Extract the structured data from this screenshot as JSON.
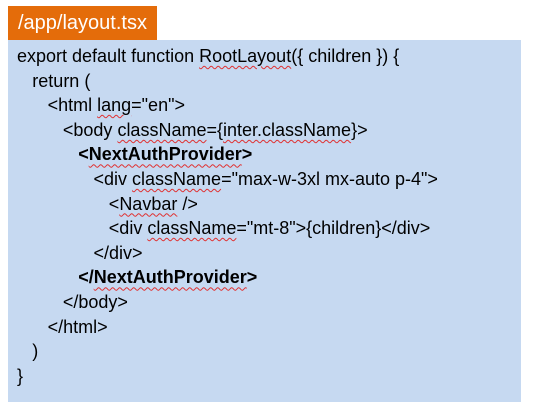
{
  "title": "/app/layout.tsx",
  "code_lines": [
    {
      "indent": 0,
      "text": "export default function RootLayout({ children }) {",
      "bold": false
    },
    {
      "indent": 1,
      "text": "return (",
      "bold": false
    },
    {
      "indent": 2,
      "text": "<html lang=\"en\">",
      "bold": false
    },
    {
      "indent": 3,
      "text": "<body className={inter.className}>",
      "bold": false
    },
    {
      "indent": 4,
      "text": "<NextAuthProvider>",
      "bold": true
    },
    {
      "indent": 5,
      "text": "<div className=\"max-w-3xl mx-auto p-4\">",
      "bold": false
    },
    {
      "indent": 6,
      "text": "<Navbar />",
      "bold": false
    },
    {
      "indent": 6,
      "text": "<div className=\"mt-8\">{children}</div>",
      "bold": false
    },
    {
      "indent": 5,
      "text": "</div>",
      "bold": false
    },
    {
      "indent": 4,
      "text": "</NextAuthProvider>",
      "bold": true
    },
    {
      "indent": 3,
      "text": "</body>",
      "bold": false
    },
    {
      "indent": 2,
      "text": "</html>",
      "bold": false
    },
    {
      "indent": 1,
      "text": ")",
      "bold": false
    },
    {
      "indent": 0,
      "text": "}",
      "bold": false
    }
  ],
  "spellcheck_words": [
    "RootLayout",
    "lang",
    "className",
    "inter.className",
    "NextAuthProvider",
    "Navbar"
  ],
  "colors": {
    "title_background": "#e46c0a",
    "code_background": "#c6d9f1",
    "spellcheck_underline": "#e03030"
  }
}
